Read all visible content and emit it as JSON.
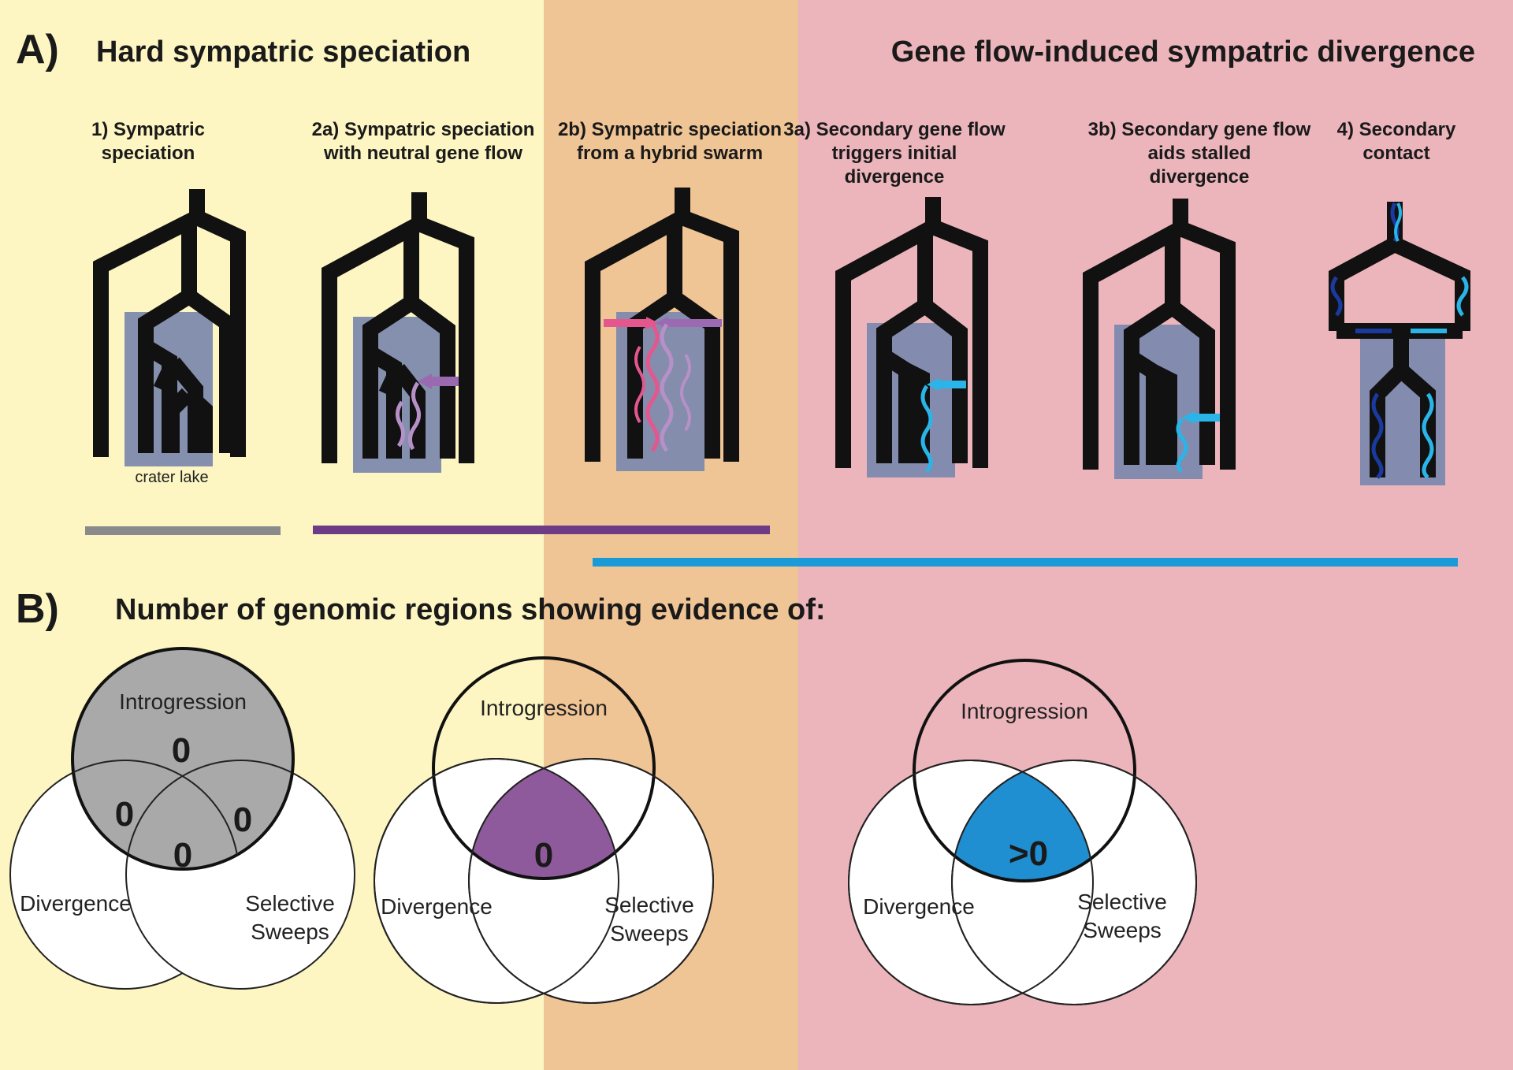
{
  "panel_a": {
    "letter": "A)",
    "left_heading": "Hard sympatric speciation",
    "right_heading": "Gene flow-induced sympatric divergence",
    "scenarios": [
      {
        "line1": "1) Sympatric",
        "line2": "speciation",
        "line3": ""
      },
      {
        "line1": "2a) Sympatric speciation",
        "line2": "with neutral gene flow",
        "line3": ""
      },
      {
        "line1": "2b) Sympatric speciation",
        "line2": "from a hybrid swarm",
        "line3": ""
      },
      {
        "line1": "3a) Secondary gene flow",
        "line2": "triggers initial",
        "line3": "divergence"
      },
      {
        "line1": "3b) Secondary gene flow",
        "line2": "aids stalled",
        "line3": "divergence"
      },
      {
        "line1": "4) Secondary",
        "line2": "contact",
        "line3": ""
      }
    ],
    "crater_label": "crater lake"
  },
  "panel_b": {
    "letter": "B)",
    "heading": "Number of genomic regions showing evidence of:",
    "venns": [
      {
        "introgression": "Introgression",
        "divergence": "Divergence",
        "sweeps_line1": "Selective",
        "sweeps_line2": "Sweeps",
        "n_top": "0",
        "n_left": "0",
        "n_right": "0",
        "n_center": "0"
      },
      {
        "introgression": "Introgression",
        "divergence": "Divergence",
        "sweeps_line1": "Selective",
        "sweeps_line2": "Sweeps",
        "n_center": "0"
      },
      {
        "introgression": "Introgression",
        "divergence": "Divergence",
        "sweeps_line1": "Selective",
        "sweeps_line2": "Sweeps",
        "n_center": ">0"
      }
    ]
  },
  "colors": {
    "bg_yellow": "#fdf6c3",
    "bg_orange": "#f0c596",
    "bg_pink": "#ecb5bb",
    "lake": "#7d8aad",
    "bar_gray": "#8a8a8a",
    "bar_purple": "#6e3b86",
    "bar_blue": "#1a9ad6",
    "venn_gray": "#a9a9a9",
    "venn_purple": "#8e5a9c",
    "venn_blue": "#1f8fd2",
    "flow_purple": "#b890c8",
    "flow_pink": "#e4578e",
    "flow_cyan": "#2ab4e8",
    "flow_navy": "#1a3aa0"
  }
}
